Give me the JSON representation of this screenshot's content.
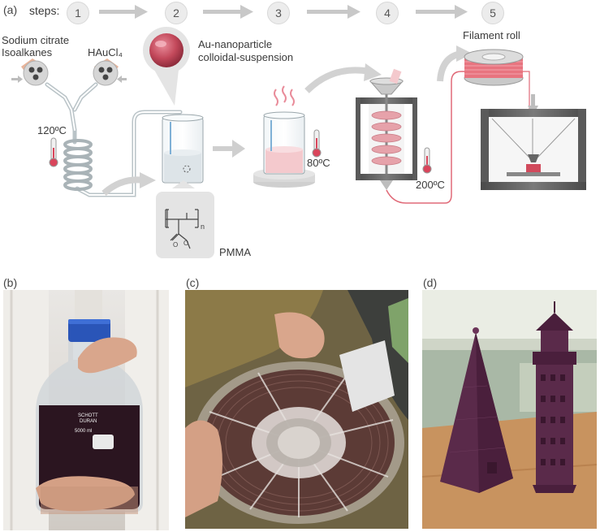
{
  "panels": {
    "a": "(a)",
    "b": "(b)",
    "c": "(c)",
    "d": "(d)"
  },
  "steps": {
    "label": "steps:",
    "numbers": [
      "1",
      "2",
      "3",
      "4",
      "5"
    ]
  },
  "labels": {
    "reagent1_line1": "Sodium citrate",
    "reagent1_line2": "Isoalkanes",
    "reagent2": "HAuCl₄",
    "np_line1": "Au-nanoparticle",
    "np_line2": "colloidal-suspension",
    "temp1": "120ºC",
    "temp2": "80ºC",
    "temp3": "200ºC",
    "filament": "Filament roll",
    "polymer": "PMMA",
    "n_sub": "n",
    "bottle_brand1": "SCHOTT",
    "bottle_brand2": "DURAN",
    "bottle_volume": "5000 ml"
  },
  "colors": {
    "gold_np": "#c2485a",
    "pink_line": "#e06a78",
    "pink_fill": "#f4c9cd",
    "grey_arrow": "#c8c8c8",
    "dark_frame": "#5a5a5a",
    "purple_print": "#5a2a4a"
  }
}
